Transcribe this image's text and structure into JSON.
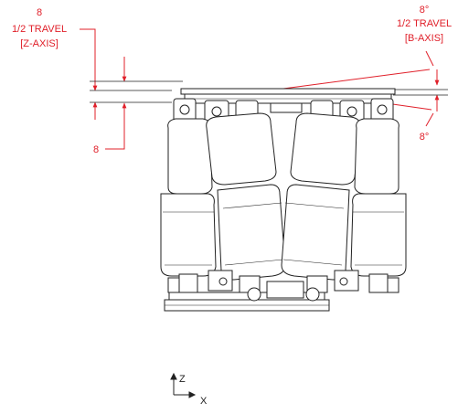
{
  "colors": {
    "dimension": "#e0202a",
    "line": "#222222",
    "fill": "#ffffff"
  },
  "z_travel": {
    "value": "8",
    "line1": "1/2 TRAVEL",
    "line2": "[Z-AXIS]",
    "lower_value": "8"
  },
  "b_travel": {
    "value": "8°",
    "line1": "1/2 TRAVEL",
    "line2": "[B-AXIS]",
    "lower_value": "8°"
  },
  "axes": {
    "vertical": "Z",
    "horizontal": "X"
  }
}
